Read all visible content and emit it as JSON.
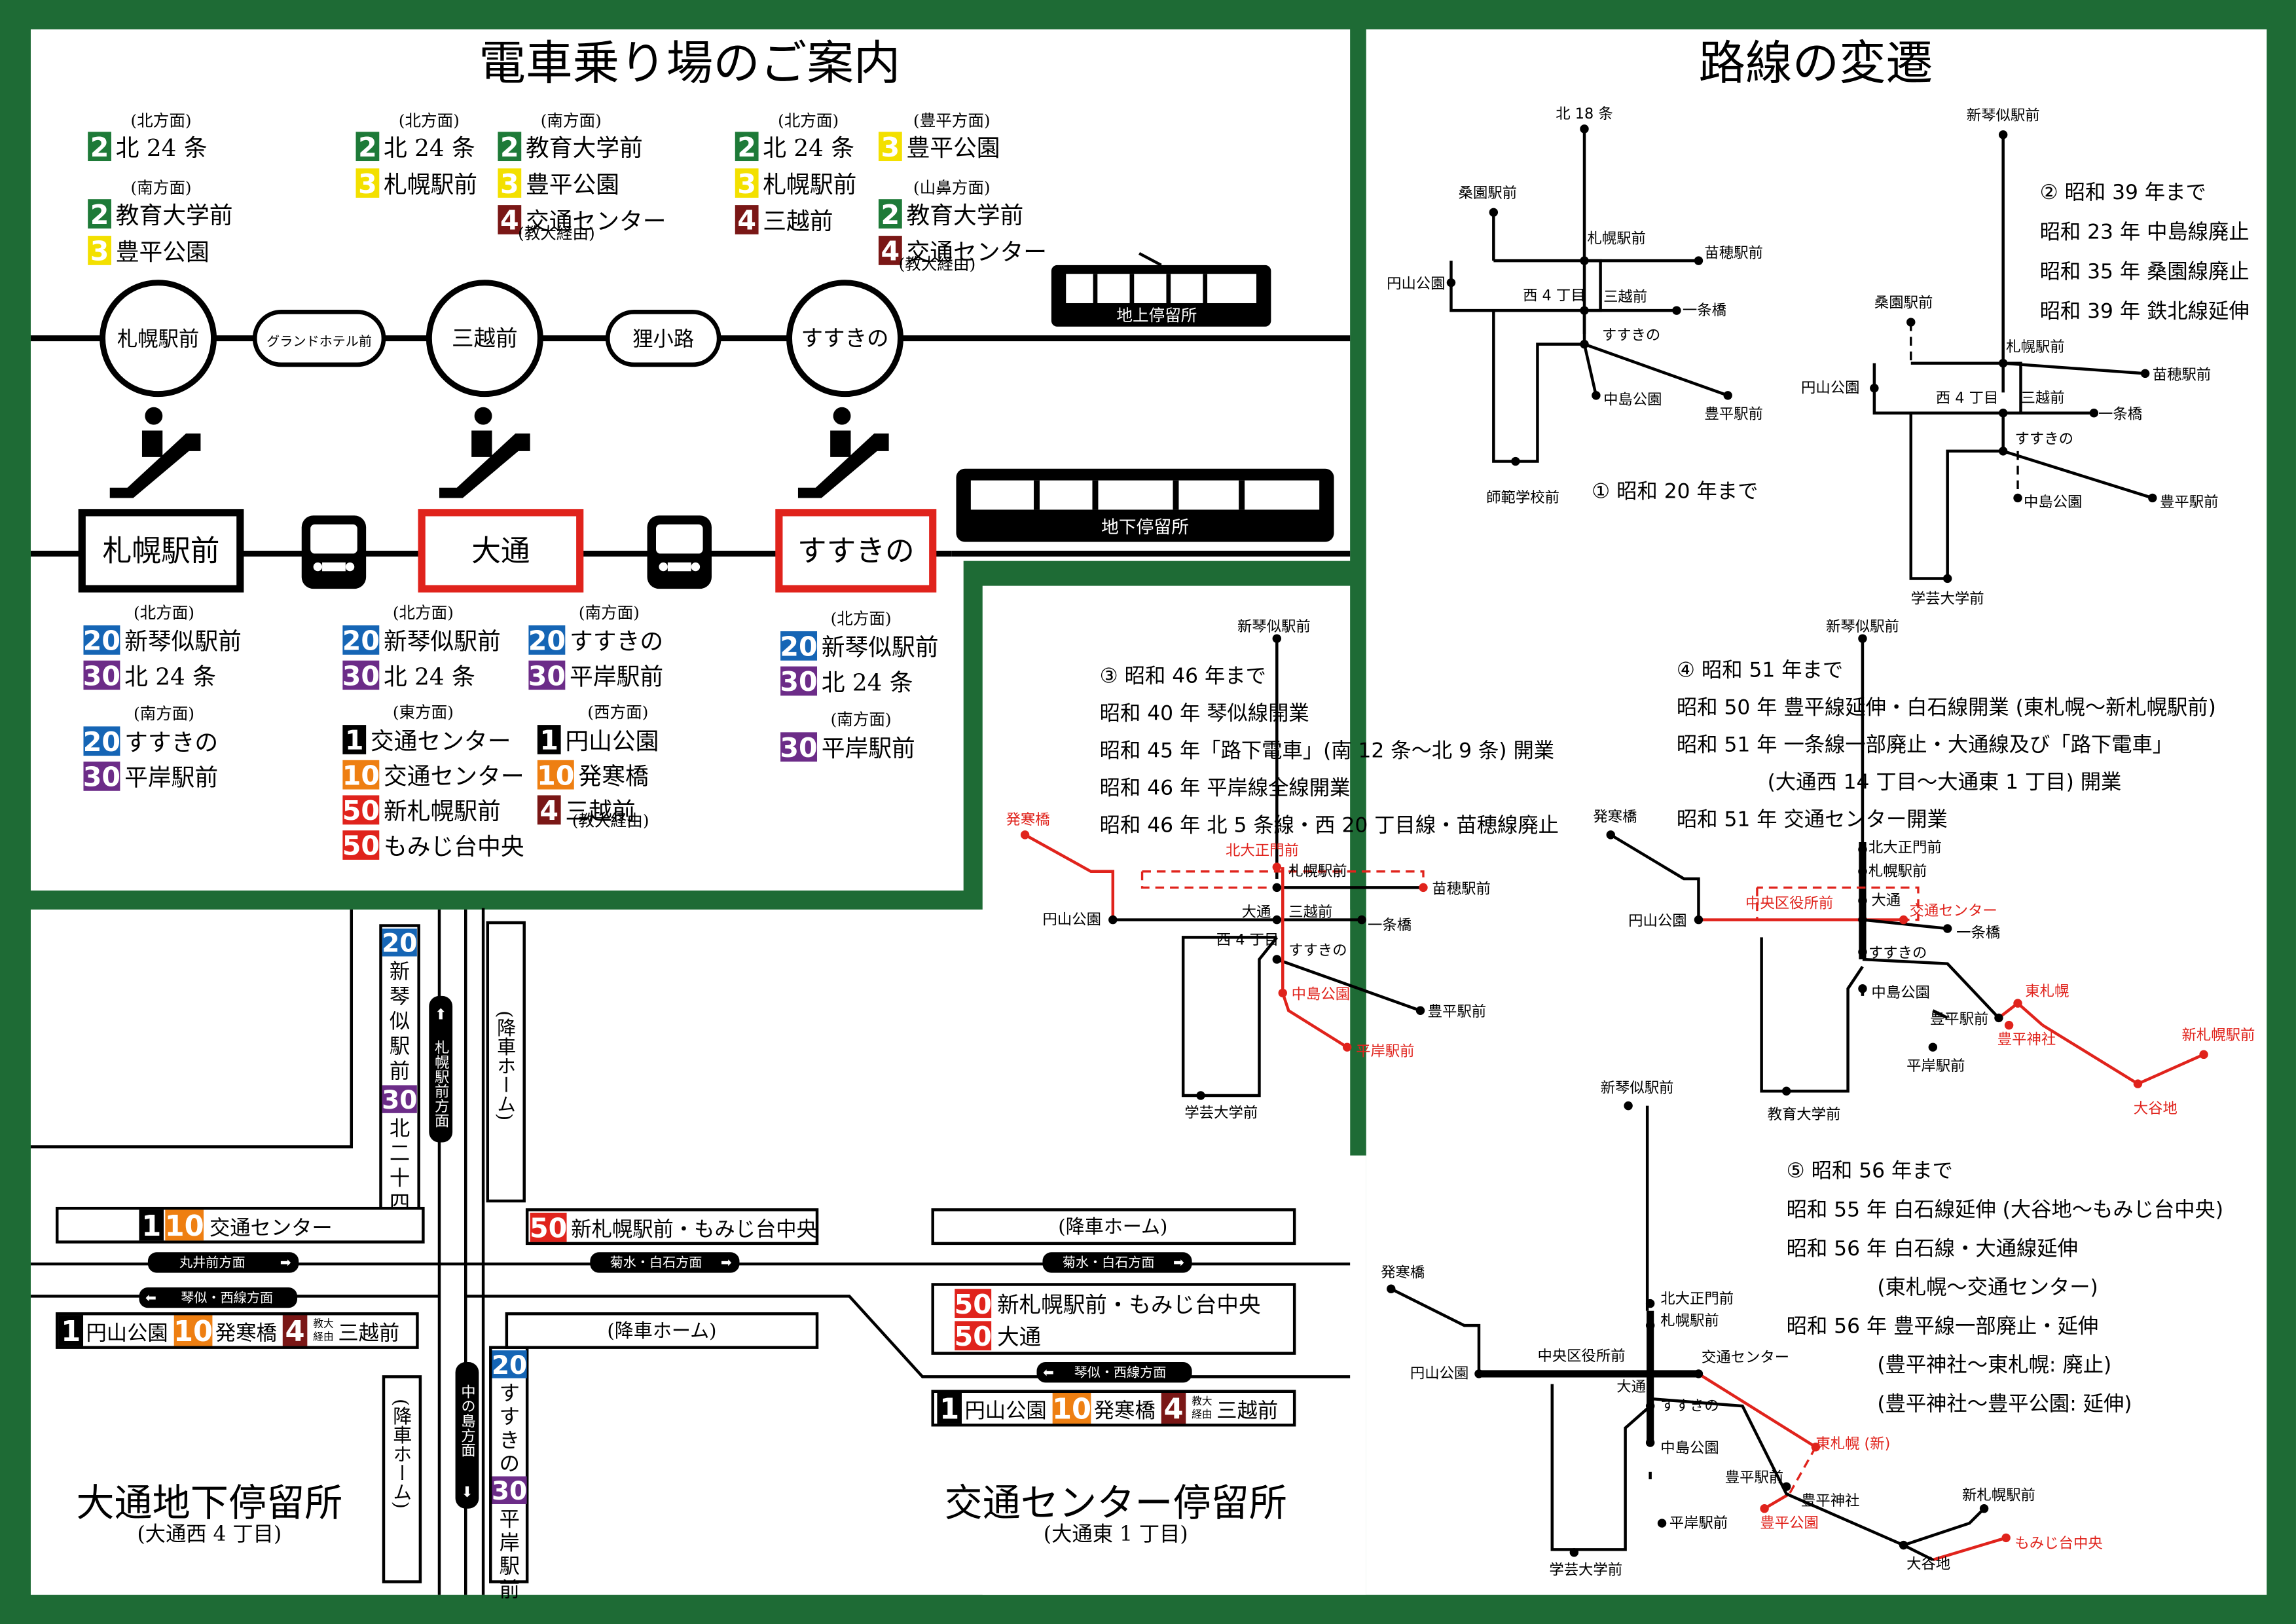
{
  "colors": {
    "frame_green": "#1e6b35",
    "route_red": "#e0231c"
  },
  "platform_guide": {
    "title": "電車乗り場のご案内",
    "upper_stations": [
      "札幌駅前",
      "グランドホテル前",
      "三越前",
      "狸小路",
      "すすきの"
    ],
    "surface_stop_label": "地上停留所",
    "underground_stop_label": "地下停留所",
    "subway_stations": [
      "札幌駅前",
      "大通",
      "すすきの"
    ],
    "streetcar_groups": [
      {
        "direction": "(北方面)",
        "rows": [
          {
            "num": "2",
            "dest": "北 24 条"
          }
        ]
      },
      {
        "direction": "(南方面)",
        "rows": [
          {
            "num": "2",
            "dest": "教育大学前"
          },
          {
            "num": "3",
            "dest": "豊平公園"
          }
        ]
      },
      {
        "direction": "(北方面)",
        "rows": [
          {
            "num": "2",
            "dest": "北 24 条"
          },
          {
            "num": "3",
            "dest": "札幌駅前"
          }
        ]
      },
      {
        "direction": "(南方面)",
        "rows": [
          {
            "num": "2",
            "dest": "教育大学前"
          },
          {
            "num": "3",
            "dest": "豊平公園"
          },
          {
            "num": "4",
            "dest": "交通センター"
          }
        ],
        "note": "(教大経由)"
      },
      {
        "direction": "(北方面)",
        "rows": [
          {
            "num": "2",
            "dest": "北 24 条"
          },
          {
            "num": "3",
            "dest": "札幌駅前"
          },
          {
            "num": "4",
            "dest": "三越前"
          }
        ]
      },
      {
        "direction": "(豊平方面)",
        "rows": [
          {
            "num": "3",
            "dest": "豊平公園"
          }
        ]
      },
      {
        "direction": "(山鼻方面)",
        "rows": [
          {
            "num": "2",
            "dest": "教育大学前"
          },
          {
            "num": "4",
            "dest": "交通センター"
          }
        ],
        "note": "(教大経由)"
      }
    ],
    "subway_groups": [
      {
        "direction": "(北方面)",
        "rows": [
          {
            "num": "20",
            "dest": "新琴似駅前"
          },
          {
            "num": "30",
            "dest": "北 24 条"
          }
        ]
      },
      {
        "direction": "(南方面)",
        "rows": [
          {
            "num": "20",
            "dest": "すすきの"
          },
          {
            "num": "30",
            "dest": "平岸駅前"
          }
        ]
      },
      {
        "direction": "(北方面)",
        "rows": [
          {
            "num": "20",
            "dest": "新琴似駅前"
          },
          {
            "num": "30",
            "dest": "北 24 条"
          }
        ]
      },
      {
        "direction": "(東方面)",
        "rows": [
          {
            "num": "1",
            "dest": "交通センター"
          },
          {
            "num": "10",
            "dest": "交通センター"
          },
          {
            "num": "50",
            "dest": "新札幌駅前"
          },
          {
            "num": "50",
            "dest": "もみじ台中央"
          }
        ]
      },
      {
        "direction": "(南方面)",
        "rows": [
          {
            "num": "20",
            "dest": "すすきの"
          },
          {
            "num": "30",
            "dest": "平岸駅前"
          }
        ]
      },
      {
        "direction": "(西方面)",
        "rows": [
          {
            "num": "1",
            "dest": "円山公園"
          },
          {
            "num": "10",
            "dest": "発寒橋"
          },
          {
            "num": "4",
            "dest": "三越前"
          }
        ],
        "note": "(教大経由)"
      },
      {
        "direction": "(北方面)",
        "rows": [
          {
            "num": "20",
            "dest": "新琴似駅前"
          },
          {
            "num": "30",
            "dest": "北 24 条"
          }
        ]
      },
      {
        "direction": "(南方面)",
        "rows": [
          {
            "num": "30",
            "dest": "平岸駅前"
          }
        ]
      }
    ]
  },
  "history": {
    "title": "路線の変遷",
    "eras": [
      {
        "heading": "① 昭和 20 年まで",
        "lines": []
      },
      {
        "heading": "② 昭和 39 年まで",
        "lines": [
          "昭和 23 年 中島線廃止",
          "昭和 35 年 桑園線廃止",
          "昭和 39 年 鉄北線延伸"
        ]
      },
      {
        "heading": "③ 昭和 46 年まで",
        "lines": [
          "昭和 40 年 琴似線開業",
          "昭和 45 年「路下電車」(南 12 条〜北 9 条) 開業",
          "昭和 46 年 平岸線全線開業",
          "昭和 46 年 北 5 条線・西 20 丁目線・苗穂線廃止"
        ]
      },
      {
        "heading": "④ 昭和 51 年まで",
        "lines": [
          "昭和 50 年 豊平線延伸・白石線開業 (東札幌〜新札幌駅前)",
          "昭和 51 年 一条線一部廃止・大通線及び「路下電車」",
          "(大通西 14 丁目〜大通東 1 丁目) 開業",
          "昭和 51 年 交通センター開業"
        ]
      },
      {
        "heading": "⑤ 昭和 56 年まで",
        "lines": [
          "昭和 55 年 白石線延伸 (大谷地〜もみじ台中央)",
          "昭和 56 年 白石線・大通線延伸",
          "(東札幌〜交通センター)",
          "昭和 56 年 豊平線一部廃止・延伸",
          "(豊平神社〜東札幌: 廃止)",
          "(豊平神社〜豊平公園: 延伸)"
        ]
      }
    ],
    "map1": [
      "北 18 条",
      "桑園駅前",
      "札幌駅前",
      "苗穂駅前",
      "円山公園",
      "西 4 丁目",
      "三越前",
      "一条橋",
      "すすきの",
      "中島公園",
      "豊平駅前",
      "師範学校前"
    ],
    "map2": [
      "新琴似駅前",
      "桑園駅前",
      "札幌駅前",
      "苗穂駅前",
      "円山公園",
      "西 4 丁目",
      "三越前",
      "一条橋",
      "すすきの",
      "中島公園",
      "豊平駅前",
      "学芸大学前"
    ],
    "map3": [
      "新琴似駅前",
      "発寒橋",
      "北大正門前",
      "札幌駅前",
      "苗穂駅前",
      "円山公園",
      "大通",
      "三越前",
      "一条橋",
      "西 4 丁目",
      "すすきの",
      "中島公園",
      "豊平駅前",
      "平岸駅前",
      "学芸大学前"
    ],
    "map4": [
      "新琴似駅前",
      "発寒橋",
      "北大正門前",
      "札幌駅前",
      "大通",
      "中央区役所前",
      "交通センター",
      "円山公園",
      "一条橋",
      "すすきの",
      "中島公園",
      "東札幌",
      "豊平駅前",
      "豊平神社",
      "新札幌駅前",
      "平岸駅前",
      "大谷地",
      "教育大学前"
    ],
    "map5": [
      "新琴似駅前",
      "発寒橋",
      "北大正門前",
      "札幌駅前",
      "中央区役所前",
      "交通センター",
      "円山公園",
      "大通",
      "すすきの",
      "中島公園",
      "東札幌 (新)",
      "豊平駅前",
      "豊平神社",
      "新札幌駅前",
      "豊平公園",
      "平岸駅前",
      "大谷地",
      "もみじ台中央",
      "学芸大学前"
    ]
  },
  "odori_stop": {
    "name": "大通地下停留所",
    "sub": "(大通西 4 丁目)",
    "north_sign": "札幌駅前方面",
    "south_sign": "中の島方面",
    "east_sign": "丸井前方面",
    "west_sign": "琴似・西線方面",
    "alight": "(降車ホーム)",
    "vertical_north": [
      {
        "num": "20",
        "dest": "新琴似駅前"
      },
      {
        "num": "30",
        "dest": "北二十四条"
      }
    ],
    "vertical_south": [
      {
        "num": "20",
        "dest": "すすきの"
      },
      {
        "num": "30",
        "dest": "平岸駅前"
      }
    ],
    "east_platform": {
      "nums": [
        "1",
        "10"
      ],
      "dest": "交通センター"
    },
    "west_platform": [
      {
        "num": "1",
        "dest": "円山公園"
      },
      {
        "num": "10",
        "dest": "発寒橋"
      },
      {
        "num": "4",
        "dest": "三越前",
        "note": "教大経由"
      }
    ],
    "east_platform2": {
      "num": "50",
      "dest": "新札幌駅前・もみじ台中央"
    }
  },
  "center_stop": {
    "name": "交通センター停留所",
    "sub": "(大通東 1 丁目)",
    "east_sign": "菊水・白石方面",
    "west_sign": "琴似・西線方面",
    "alight": "(降車ホーム)",
    "platform": [
      {
        "num": "50",
        "dest": "新札幌駅前・もみじ台中央"
      },
      {
        "num": "50",
        "dest": "大通"
      }
    ],
    "west_platform": [
      {
        "num": "1",
        "dest": "円山公園"
      },
      {
        "num": "10",
        "dest": "発寒橋"
      },
      {
        "num": "4",
        "dest": "三越前",
        "note": "教大経由"
      }
    ]
  }
}
